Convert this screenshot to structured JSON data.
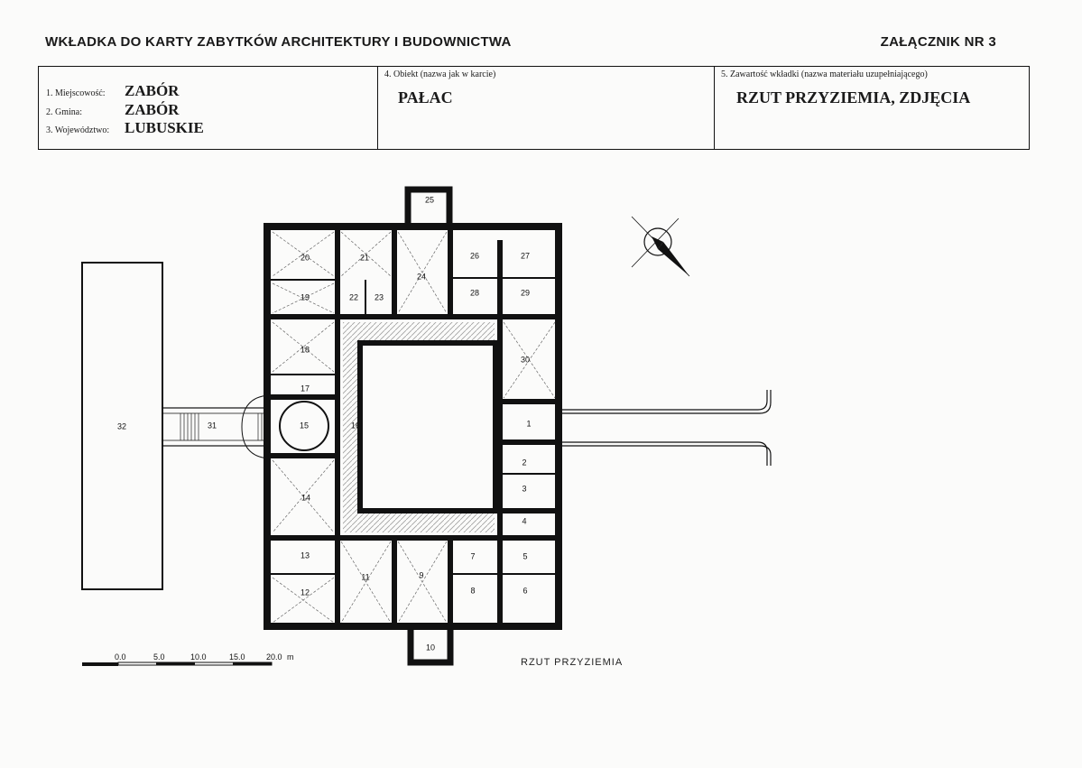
{
  "header": {
    "title": "WKŁADKA DO KARTY ZABYTKÓW ARCHITEKTURY I BUDOWNICTWA",
    "attachment": "ZAŁĄCZNIK NR 3"
  },
  "info": {
    "miejscowosc_label": "1. Miejscowość:",
    "miejscowosc": "ZABÓR",
    "gmina_label": "2. Gmina:",
    "gmina": "ZABÓR",
    "wojewodztwo_label": "3. Województwo:",
    "wojewodztwo": "LUBUSKIE",
    "obiekt_label": "4. Obiekt (nazwa jak w karcie)",
    "obiekt": "PAŁAC",
    "zawartosc_label": "5. Zawartość wkładki (nazwa materiału uzupełniającego)",
    "zawartosc": "RZUT PRZYZIEMIA, ZDJĘCIA"
  },
  "plan": {
    "caption": "RZUT PRZYZIEMIA",
    "rooms": [
      "1",
      "2",
      "3",
      "4",
      "5",
      "6",
      "7",
      "8",
      "9",
      "10",
      "11",
      "12",
      "13",
      "14",
      "15",
      "16",
      "17",
      "18",
      "19",
      "20",
      "21",
      "22",
      "23",
      "24",
      "25",
      "26",
      "27",
      "28",
      "29",
      "30",
      "31",
      "32"
    ]
  },
  "scale": {
    "ticks": [
      "0.0",
      "5.0",
      "10.0",
      "15.0",
      "20.0"
    ],
    "unit": "m"
  }
}
